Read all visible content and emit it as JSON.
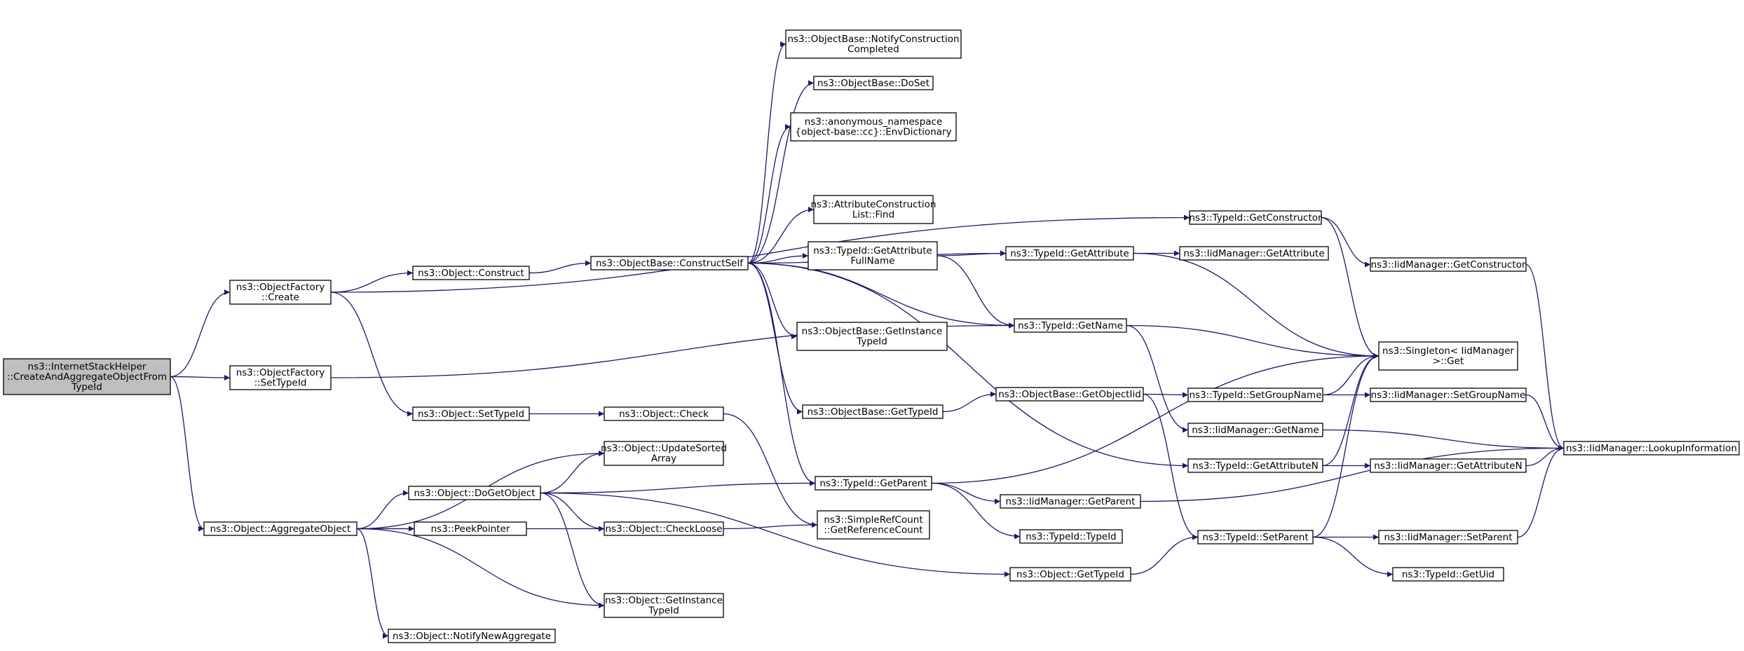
{
  "nodes": [
    {
      "id": "root",
      "lines": [
        "ns3::InternetStackHelper",
        "::CreateAndAggregateObjectFrom",
        "TypeId"
      ],
      "root": true
    },
    {
      "id": "of_create",
      "lines": [
        "ns3::ObjectFactory",
        "::Create"
      ]
    },
    {
      "id": "of_settypeid",
      "lines": [
        "ns3::ObjectFactory",
        "::SetTypeId"
      ]
    },
    {
      "id": "obj_aggregate",
      "lines": [
        "ns3::Object::AggregateObject"
      ]
    },
    {
      "id": "obj_construct",
      "lines": [
        "ns3::Object::Construct"
      ]
    },
    {
      "id": "obj_settypeid",
      "lines": [
        "ns3::Object::SetTypeId"
      ]
    },
    {
      "id": "obj_dogetobject",
      "lines": [
        "ns3::Object::DoGetObject"
      ]
    },
    {
      "id": "notify_newagg",
      "lines": [
        "ns3::Object::NotifyNewAggregate"
      ]
    },
    {
      "id": "ob_constructself",
      "lines": [
        "ns3::ObjectBase::ConstructSelf"
      ]
    },
    {
      "id": "obj_check",
      "lines": [
        "ns3::Object::Check"
      ]
    },
    {
      "id": "obj_updatesorted",
      "lines": [
        "ns3::Object::UpdateSorted",
        "Array"
      ]
    },
    {
      "id": "peekpointer",
      "lines": [
        "ns3::PeekPointer"
      ]
    },
    {
      "id": "obj_checkloose",
      "lines": [
        "ns3::Object::CheckLoose"
      ]
    },
    {
      "id": "obj_getinstancetid",
      "lines": [
        "ns3::Object::GetInstance",
        "TypeId"
      ]
    },
    {
      "id": "ob_notifyconstruction",
      "lines": [
        "ns3::ObjectBase::NotifyConstruction",
        "Completed"
      ]
    },
    {
      "id": "ob_doset",
      "lines": [
        "ns3::ObjectBase::DoSet"
      ]
    },
    {
      "id": "anon_envdict",
      "lines": [
        "ns3::anonymous_namespace",
        "{object-base::cc}::EnvDictionary"
      ]
    },
    {
      "id": "attrconst_find",
      "lines": [
        "ns3::AttributeConstruction",
        "List::Find"
      ]
    },
    {
      "id": "tid_getattrfullname",
      "lines": [
        "ns3::TypeId::GetAttribute",
        "FullName"
      ]
    },
    {
      "id": "ob_getinstancetid",
      "lines": [
        "ns3::ObjectBase::GetInstance",
        "TypeId"
      ]
    },
    {
      "id": "ob_gettypeid",
      "lines": [
        "ns3::ObjectBase::GetTypeId"
      ]
    },
    {
      "id": "tid_getparent",
      "lines": [
        "ns3::TypeId::GetParent"
      ]
    },
    {
      "id": "simplerefcount",
      "lines": [
        "ns3::SimpleRefCount",
        "::GetReferenceCount"
      ]
    },
    {
      "id": "tid_getattribute",
      "lines": [
        "ns3::TypeId::GetAttribute"
      ]
    },
    {
      "id": "tid_getname",
      "lines": [
        "ns3::TypeId::GetName"
      ]
    },
    {
      "id": "ob_getobjectiid",
      "lines": [
        "ns3::ObjectBase::GetObjectIid"
      ]
    },
    {
      "id": "iid_getparent",
      "lines": [
        "ns3::IidManager::GetParent"
      ]
    },
    {
      "id": "tid_typeid",
      "lines": [
        "ns3::TypeId::TypeId"
      ]
    },
    {
      "id": "obj_gettypeid",
      "lines": [
        "ns3::Object::GetTypeId"
      ]
    },
    {
      "id": "tid_getconstructor",
      "lines": [
        "ns3::TypeId::GetConstructor"
      ]
    },
    {
      "id": "iid_getattribute",
      "lines": [
        "ns3::IidManager::GetAttribute"
      ]
    },
    {
      "id": "tid_setgroupname",
      "lines": [
        "ns3::TypeId::SetGroupName"
      ]
    },
    {
      "id": "iid_getname",
      "lines": [
        "ns3::IidManager::GetName"
      ]
    },
    {
      "id": "tid_getattributen",
      "lines": [
        "ns3::TypeId::GetAttributeN"
      ]
    },
    {
      "id": "tid_setparent",
      "lines": [
        "ns3::TypeId::SetParent"
      ]
    },
    {
      "id": "iid_getconstructor",
      "lines": [
        "ns3::IidManager::GetConstructor"
      ]
    },
    {
      "id": "singleton_get",
      "lines": [
        "ns3::Singleton< IidManager",
        " >::Get"
      ]
    },
    {
      "id": "iid_setgroupname",
      "lines": [
        "ns3::IidManager::SetGroupName"
      ]
    },
    {
      "id": "iid_getattributen",
      "lines": [
        "ns3::IidManager::GetAttributeN"
      ]
    },
    {
      "id": "iid_setparent",
      "lines": [
        "ns3::IidManager::SetParent"
      ]
    },
    {
      "id": "tid_getuid",
      "lines": [
        "ns3::TypeId::GetUid"
      ]
    },
    {
      "id": "iid_lookupinfo",
      "lines": [
        "ns3::IidManager::LookupInformation"
      ]
    }
  ],
  "edges": [
    [
      "root",
      "of_create"
    ],
    [
      "root",
      "of_settypeid"
    ],
    [
      "root",
      "obj_aggregate"
    ],
    [
      "of_create",
      "obj_construct"
    ],
    [
      "of_create",
      "obj_settypeid"
    ],
    [
      "of_create",
      "tid_getconstructor"
    ],
    [
      "of_settypeid",
      "tid_getname"
    ],
    [
      "obj_aggregate",
      "obj_dogetobject"
    ],
    [
      "obj_aggregate",
      "peekpointer"
    ],
    [
      "obj_aggregate",
      "notify_newagg"
    ],
    [
      "obj_aggregate",
      "obj_updatesorted"
    ],
    [
      "obj_aggregate",
      "obj_checkloose"
    ],
    [
      "obj_aggregate",
      "obj_getinstancetid"
    ],
    [
      "obj_construct",
      "ob_constructself"
    ],
    [
      "obj_settypeid",
      "obj_check"
    ],
    [
      "obj_dogetobject",
      "obj_updatesorted"
    ],
    [
      "obj_dogetobject",
      "obj_checkloose"
    ],
    [
      "obj_dogetobject",
      "obj_getinstancetid"
    ],
    [
      "obj_dogetobject",
      "tid_getparent"
    ],
    [
      "obj_dogetobject",
      "obj_gettypeid"
    ],
    [
      "ob_constructself",
      "ob_notifyconstruction"
    ],
    [
      "ob_constructself",
      "ob_doset"
    ],
    [
      "ob_constructself",
      "anon_envdict"
    ],
    [
      "ob_constructself",
      "attrconst_find"
    ],
    [
      "ob_constructself",
      "tid_getattrfullname"
    ],
    [
      "ob_constructself",
      "tid_getattribute"
    ],
    [
      "ob_constructself",
      "tid_getname"
    ],
    [
      "ob_constructself",
      "ob_getinstancetid"
    ],
    [
      "ob_constructself",
      "ob_gettypeid"
    ],
    [
      "ob_constructself",
      "tid_getparent"
    ],
    [
      "ob_constructself",
      "tid_getattributen"
    ],
    [
      "obj_check",
      "simplerefcount"
    ],
    [
      "obj_checkloose",
      "simplerefcount"
    ],
    [
      "tid_getattrfullname",
      "tid_getattribute"
    ],
    [
      "tid_getattrfullname",
      "tid_getname"
    ],
    [
      "ob_gettypeid",
      "ob_getobjectiid"
    ],
    [
      "tid_getparent",
      "iid_getparent"
    ],
    [
      "tid_getparent",
      "tid_typeid"
    ],
    [
      "tid_getparent",
      "singleton_get"
    ],
    [
      "obj_gettypeid",
      "tid_setparent"
    ],
    [
      "tid_getattribute",
      "iid_getattribute"
    ],
    [
      "tid_getattribute",
      "singleton_get"
    ],
    [
      "tid_getname",
      "iid_getname"
    ],
    [
      "tid_getname",
      "singleton_get"
    ],
    [
      "ob_getobjectiid",
      "tid_setgroupname"
    ],
    [
      "ob_getobjectiid",
      "tid_setparent"
    ],
    [
      "iid_getparent",
      "iid_lookupinfo"
    ],
    [
      "tid_getconstructor",
      "iid_getconstructor"
    ],
    [
      "tid_getconstructor",
      "singleton_get"
    ],
    [
      "tid_setgroupname",
      "iid_setgroupname"
    ],
    [
      "tid_setgroupname",
      "singleton_get"
    ],
    [
      "iid_getname",
      "iid_lookupinfo"
    ],
    [
      "tid_getattributen",
      "iid_getattributen"
    ],
    [
      "tid_getattributen",
      "singleton_get"
    ],
    [
      "tid_setparent",
      "iid_setparent"
    ],
    [
      "tid_setparent",
      "tid_getuid"
    ],
    [
      "tid_setparent",
      "singleton_get"
    ],
    [
      "iid_getconstructor",
      "iid_lookupinfo"
    ],
    [
      "iid_setgroupname",
      "iid_lookupinfo"
    ],
    [
      "iid_getattributen",
      "iid_lookupinfo"
    ],
    [
      "iid_setparent",
      "iid_lookupinfo"
    ]
  ],
  "colors": {
    "edge": "#191970",
    "node_border": "#000000",
    "root_fill": "#bfbfbf",
    "node_fill": "#ffffff"
  }
}
